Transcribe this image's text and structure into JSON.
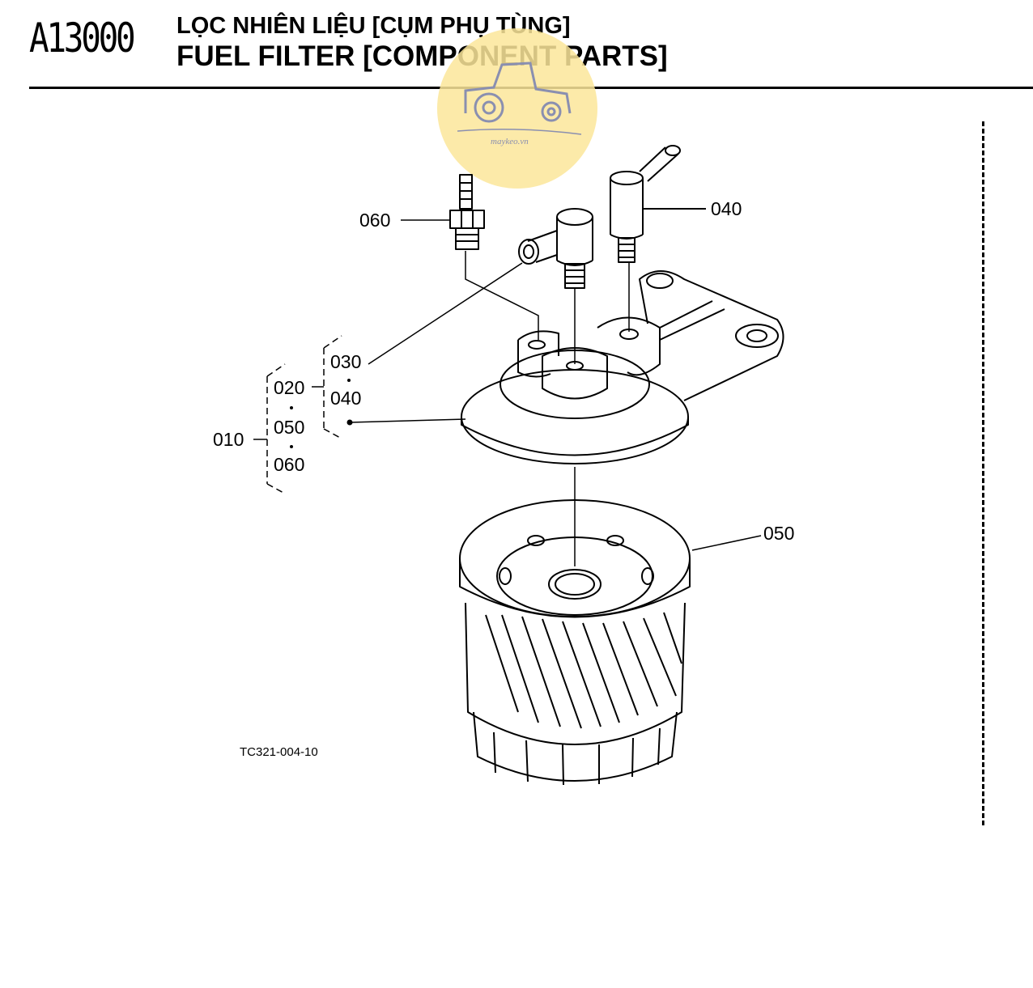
{
  "header": {
    "code": "A13000",
    "title_vi": "LỌC NHIÊN LIỆU [CỤM PHỤ TÙNG]",
    "title_en": "FUEL FILTER [COMPONENT PARTS]"
  },
  "watermark": {
    "text": "maykeo.vn",
    "icon": "tractor-icon",
    "color": "#fbe69a"
  },
  "callouts": {
    "p060": "060",
    "p040": "040",
    "p030": "030",
    "p040b": "040",
    "p020": "020",
    "p050a": "050",
    "p060b": "060",
    "p010": "010",
    "p050": "050"
  },
  "figure_ref": "TC321-004-10"
}
